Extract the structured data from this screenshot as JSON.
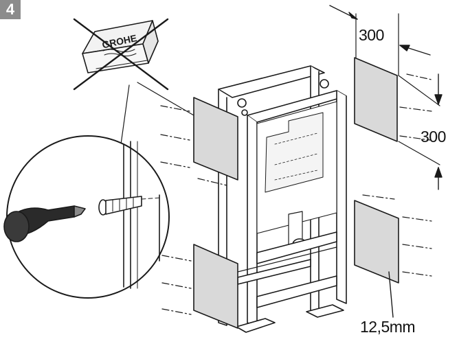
{
  "step": {
    "number": "4"
  },
  "prohibited_item": {
    "brand_text": "GROHE"
  },
  "dimensions": {
    "panel_width": "300",
    "panel_height": "300",
    "panel_thickness": "12,5mm"
  },
  "colors": {
    "panel_fill": "#d9d9d9",
    "line": "#1a1a1a",
    "badge": "#8c8c8c"
  },
  "icons": [
    "prohibited-cross-icon",
    "screwdriver-icon",
    "wall-plug-icon"
  ]
}
